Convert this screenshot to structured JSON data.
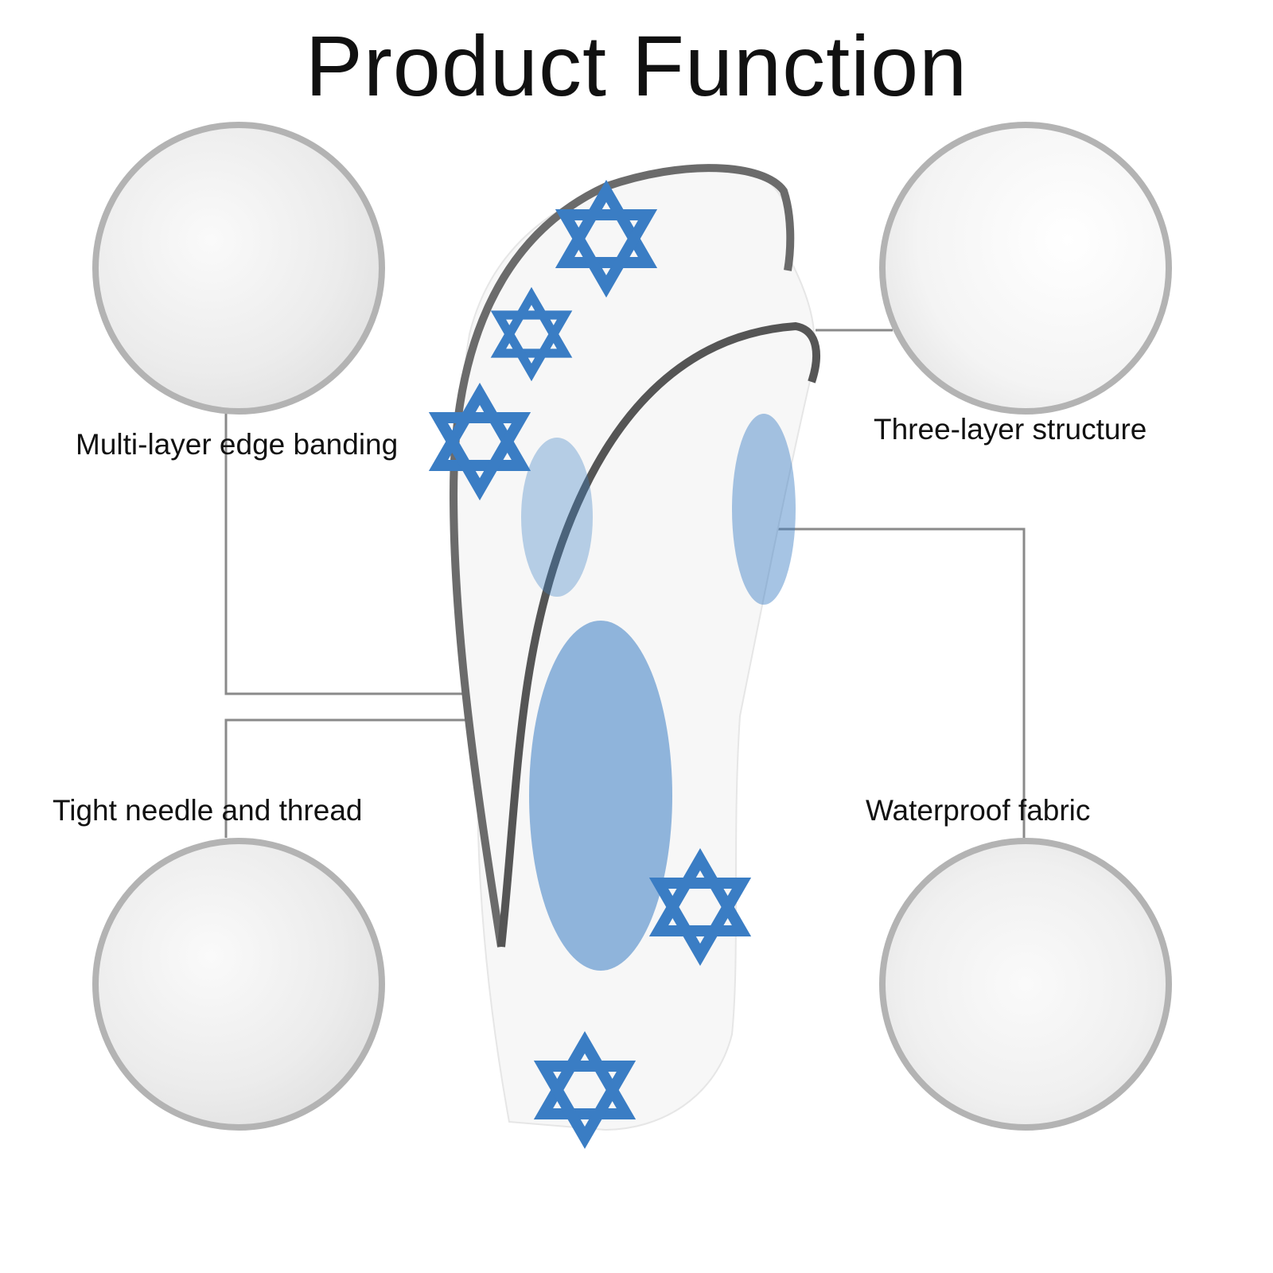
{
  "title": "Product Function",
  "features": [
    {
      "label": "Multi-layer edge banding"
    },
    {
      "label": "Three-layer structure"
    },
    {
      "label": "Tight needle and thread"
    },
    {
      "label": "Waterproof fabric"
    }
  ],
  "colors": {
    "accent_blue": "#3a7dc4",
    "border_gray": "#b3b3b3",
    "trim_gray": "#6b6b6b",
    "line_gray": "#8a8a8a"
  }
}
